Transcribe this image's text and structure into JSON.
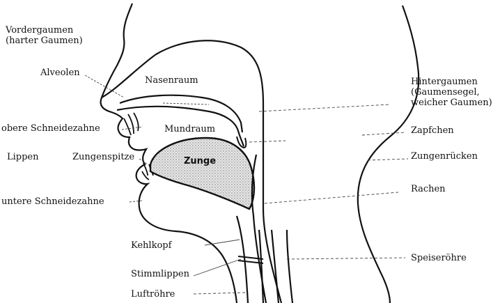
{
  "labels": {
    "vordergaumen": [
      "Vordergaumen",
      "(harter Gaumen)"
    ],
    "alveolen": "Alveolen",
    "nasenraum": "Nasenraum",
    "obere_schneidezaehne": "obere Schneidezahne",
    "mundraum": "Mundraum",
    "lippen": "Lippen",
    "zungenspitze": "Zungenspitze",
    "zunge": "Zunge",
    "untere_schneidezaehne": "untere Schneidezahne",
    "kehlkopf": "Kehlkopf",
    "stimmlippen": "Stimmlippen",
    "luftroehre": "Luftröhre",
    "hintergaumen": [
      "Hintergaumen",
      "(Gaumensegel,",
      "weicher Gaumen)"
    ],
    "zaepfchen": "Zapfchen",
    "zungenruecken": "Zungenrücken",
    "rachen": "Rachen",
    "speiseroehre": "Speiseröhre"
  },
  "colors": {
    "line": "#111111",
    "tongue_fill": "#d8d8d8"
  }
}
